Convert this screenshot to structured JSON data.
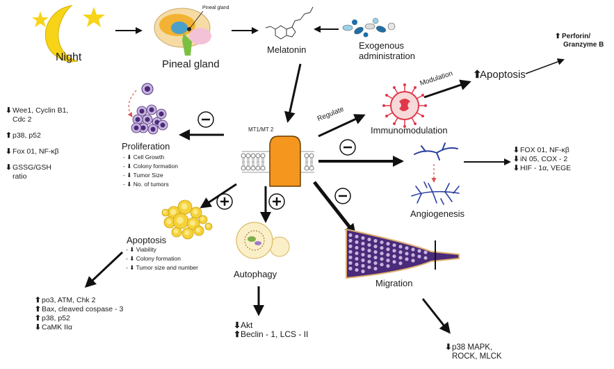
{
  "labels": {
    "night": "Night",
    "pineal_gland": "Pineal gland",
    "pineal_gland_small": "Pineal gland",
    "melatonin": "Melatonin",
    "exogenous": [
      "Exogenous",
      "administration"
    ],
    "receptor": "MT1/MT 2",
    "regulate": "Regulate",
    "modulation": "Modulation",
    "apoptosis_top": "Apoptosis",
    "perforin": [
      "Perforin/",
      "Granzyme B"
    ],
    "immunomodulation": "Immunomodulation",
    "angiogenesis": "Angiogenesis",
    "migration": "Migration",
    "autophagy": "Autophagy",
    "apoptosis_left": "Apoptosis",
    "proliferation": "Proliferation"
  },
  "symbols": {
    "up": "⬆",
    "down": "⬇",
    "plus": "+",
    "minus": "−"
  },
  "proliferation_effects": [
    {
      "dir": "down",
      "text": "Cell Growth"
    },
    {
      "dir": "down",
      "text": "Colony formation"
    },
    {
      "dir": "down",
      "text": "Tumor Size"
    },
    {
      "dir": "down",
      "text": "No. of tumors"
    }
  ],
  "apoptosis_effects": [
    {
      "dir": "down",
      "text": "Viability"
    },
    {
      "dir": "down",
      "text": "Colony formation"
    },
    {
      "dir": "down",
      "text": "Tumor size and number"
    }
  ],
  "left_markers": [
    {
      "dir": "down",
      "lines": [
        "Wee1, Cyclin B1,",
        "Cdc 2"
      ]
    },
    {
      "dir": "up",
      "lines": [
        "p38, p52"
      ]
    },
    {
      "dir": "down",
      "lines": [
        "Fox 01, NF-κβ"
      ]
    },
    {
      "dir": "down",
      "lines": [
        "GSSG/GSH",
        "ratio"
      ]
    }
  ],
  "apoptosis_markers": [
    {
      "dir": "up",
      "text": "po3, ATM, Chk 2"
    },
    {
      "dir": "up",
      "text": "Bax, cleaved cospase - 3"
    },
    {
      "dir": "up",
      "text": "p38, p52"
    },
    {
      "dir": "down",
      "text": "CaMK IIα"
    }
  ],
  "autophagy_markers": [
    {
      "dir": "down",
      "text": "Akt"
    },
    {
      "dir": "up",
      "text": "Beclin - 1, LCS - II"
    }
  ],
  "angiogenesis_markers": [
    {
      "dir": "down",
      "text": "FOX 01, NF-κβ"
    },
    {
      "dir": "down",
      "text": "iN 05, COX - 2"
    },
    {
      "dir": "down",
      "text": "HIF - 1α, VEGE"
    }
  ],
  "migration_markers": [
    {
      "dir": "down",
      "lines": [
        "p38 MAPK,",
        "ROCK, MLCK"
      ]
    }
  ],
  "colors": {
    "moon": "#f7d417",
    "receptor": "#f5961e",
    "cell_purple": "#4a2a7a",
    "cell_light": "#c8b4dc",
    "apoptotic_yellow": "#f6d23a",
    "immune_red": "#e0384a",
    "vessel_blue": "#2b3f9e",
    "dashed_red": "#e05050"
  }
}
